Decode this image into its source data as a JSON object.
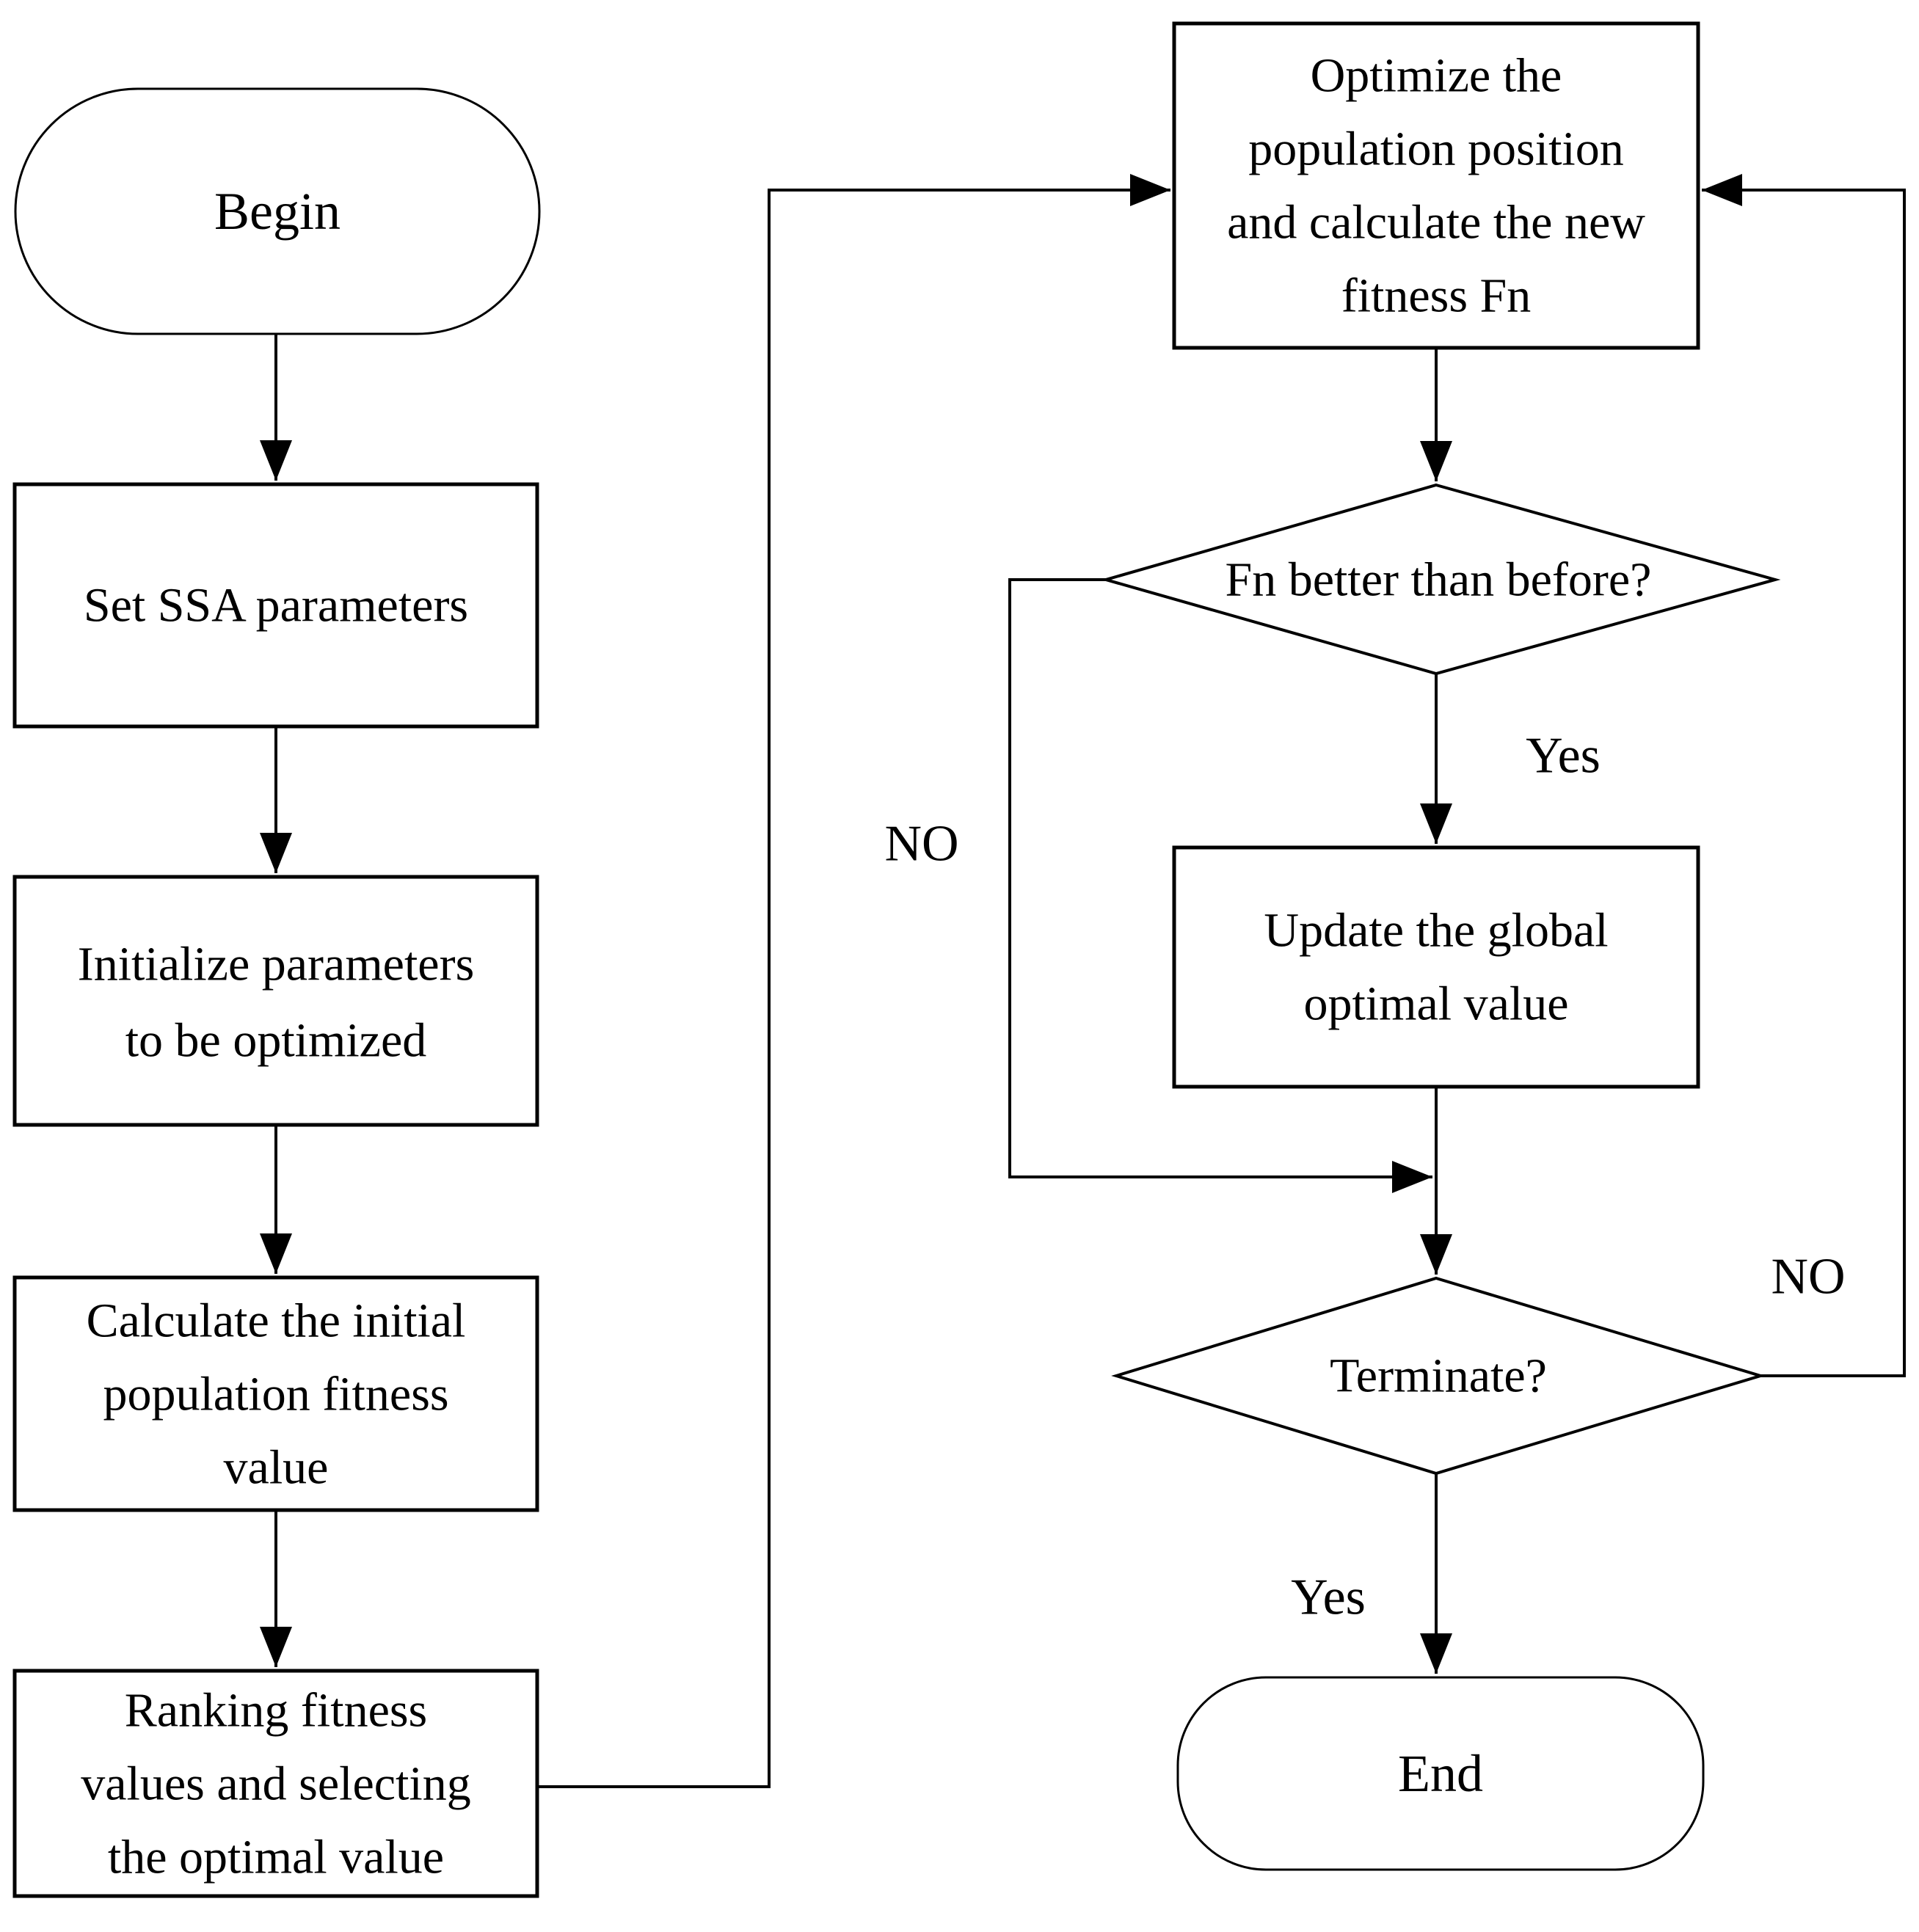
{
  "flowchart": {
    "begin": {
      "label": "Begin"
    },
    "set_ssa": {
      "label": "Set SSA parameters"
    },
    "initialize": {
      "line1": "Initialize parameters",
      "line2": "to be optimized"
    },
    "calculate": {
      "line1": "Calculate the initial",
      "line2": "population fitness",
      "line3": "value"
    },
    "ranking": {
      "line1": "Ranking fitness",
      "line2": "values and selecting",
      "line3": "the optimal value"
    },
    "optimize": {
      "line1": "Optimize the",
      "line2": "population position",
      "line3": "and calculate the new",
      "line4": "fitness Fn"
    },
    "fn_better": {
      "label": "Fn better than before?"
    },
    "update_global": {
      "line1": "Update the global",
      "line2": "optimal value"
    },
    "terminate": {
      "label": "Terminate?"
    },
    "end": {
      "label": "End"
    },
    "edge_labels": {
      "yes_to_update": "Yes",
      "no_to_junction": "NO",
      "no_to_optimize": "NO",
      "yes_to_end": "Yes"
    },
    "colors": {
      "line": "#000000",
      "fill": "#ffffff",
      "text": "#000000"
    }
  }
}
